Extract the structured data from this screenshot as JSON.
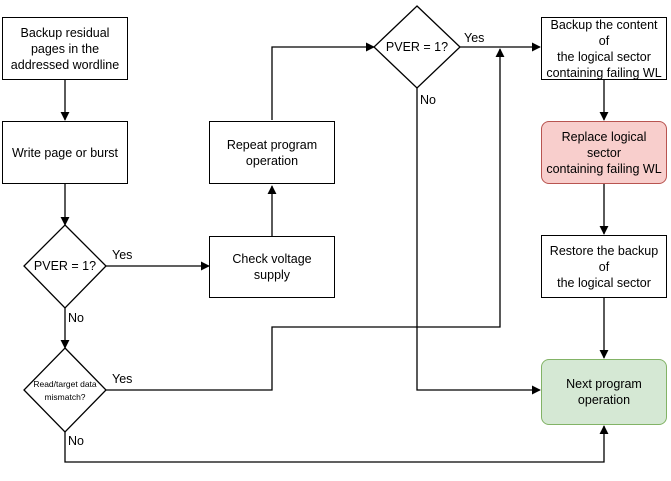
{
  "colors": {
    "stroke": "#000000",
    "replace_fill": "#f8cecc",
    "replace_border": "#b85450",
    "next_fill": "#d5e8d4",
    "next_border": "#82b366"
  },
  "nodes": {
    "backup_residual": [
      "Backup residual",
      "pages in the",
      "addressed wordline"
    ],
    "write_page": [
      "Write page or burst"
    ],
    "pver_check_1": "PVER = 1?",
    "mismatch_check": [
      "Read/target data",
      "mismatch?"
    ],
    "check_voltage": [
      "Check voltage supply"
    ],
    "repeat_program": [
      "Repeat program",
      "operation"
    ],
    "pver_check_2": "PVER = 1?",
    "backup_content": [
      "Backup the content of",
      "the logical sector",
      "containing failing WL"
    ],
    "replace_sector": [
      "Replace logical sector",
      "containing failing WL"
    ],
    "restore_backup": [
      "Restore the backup of",
      "the logical sector"
    ],
    "next_program": [
      "Next program",
      "operation"
    ]
  },
  "edge_labels": {
    "pver1_yes": "Yes",
    "pver1_no": "No",
    "mismatch_yes": "Yes",
    "mismatch_no": "No",
    "pver2_yes": "Yes",
    "pver2_no": "No"
  }
}
